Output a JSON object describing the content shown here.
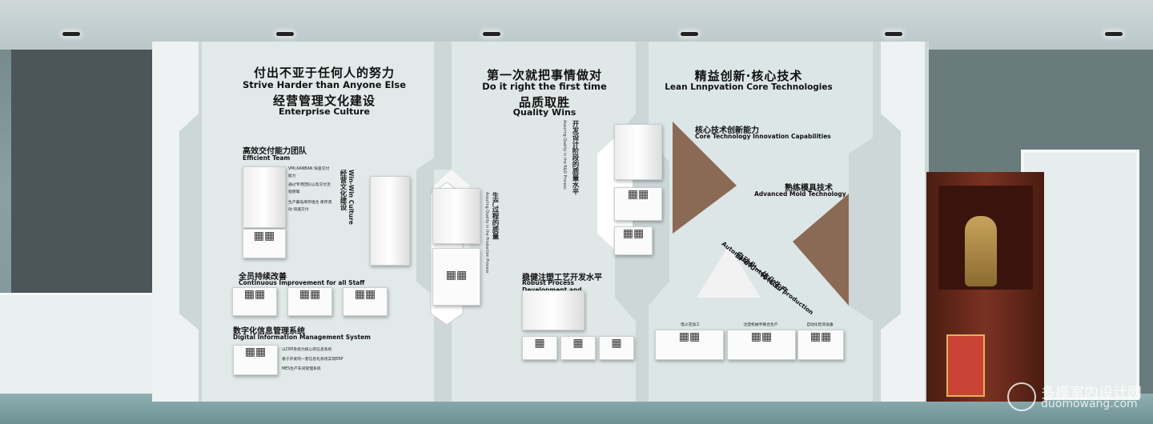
{
  "colors": {
    "wall": "#6f8385",
    "panel": "#dfe7e7",
    "text": "#111111",
    "altar": "#6b2a1b"
  },
  "panel_left": {
    "title_cn": "付出不亚于任何人的努力",
    "title_en": "Strive Harder than Anyone Else",
    "subtitle_cn": "经营管理文化建设",
    "subtitle_en": "Enterprise Culture",
    "team_cn": "高效交付能力团队",
    "team_en": "Efficient Team",
    "team_bullets": [
      "VMI,KANBAN 快速交付能力",
      "通过专项团队以及交付流程保障",
      "生产最低库存组合 库存调动 快速交付"
    ],
    "winwin_cn": "经营文化建设",
    "winwin_en": "Win-Win Culture",
    "staff_cn": "全员持续改善",
    "staff_en": "Continuous Improvement for all Staff",
    "dim_cn": "数字化信息管理系统",
    "dim_en": "Digital Information Management System",
    "dim_bullets": [
      "以CRP系统为核心的信息系统",
      "基于开发的一套信息化系统实现ERP",
      "MES生产车间管理系统"
    ]
  },
  "panel_mid": {
    "title_cn": "第一次就把事情做对",
    "title_en": "Do it right the first time",
    "subtitle_cn": "品质取胜",
    "subtitle_en": "Quality Wins",
    "rd_cn": "开发设计阶段的质量水平",
    "rd_en": "Assuring Quality in the R&D Process",
    "prod_cn": "生产过程的质量",
    "prod_en": "Assuring Quality in the Production Process",
    "robust_cn": "稳健注塑工艺开发水平",
    "robust_en": "Robust Process Development and Scientific Molding"
  },
  "panel_right": {
    "title_cn": "精益创新·核心技术",
    "title_en": "Lean Lnnpvation Core Technologies",
    "core_cn": "核心技术创新能力",
    "core_en": "Core Technology Innovation Capabilities",
    "mold_cn": "熟练模具技术",
    "mold_en": "Advanced Mold Technology",
    "auto_cn": "自动化一体化生产",
    "auto_en": "Automated Integrated production",
    "bottom_labels": [
      "电火花加工",
      "注塑机械手联合生产",
      "自动化检测设备"
    ]
  },
  "watermark": {
    "cn": "多模室内设计网",
    "url": "duomowang.com"
  }
}
